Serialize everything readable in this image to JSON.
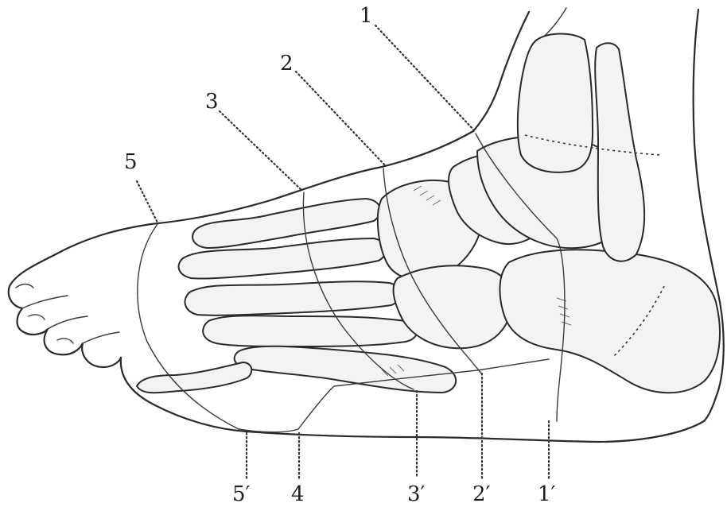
{
  "figure": {
    "labels": {
      "l1": "1",
      "l2": "2",
      "l3": "3",
      "l5": "5",
      "l5p": "5′",
      "l4": "4",
      "l3p": "3′",
      "l2p": "2′",
      "l1p": "1′"
    }
  }
}
